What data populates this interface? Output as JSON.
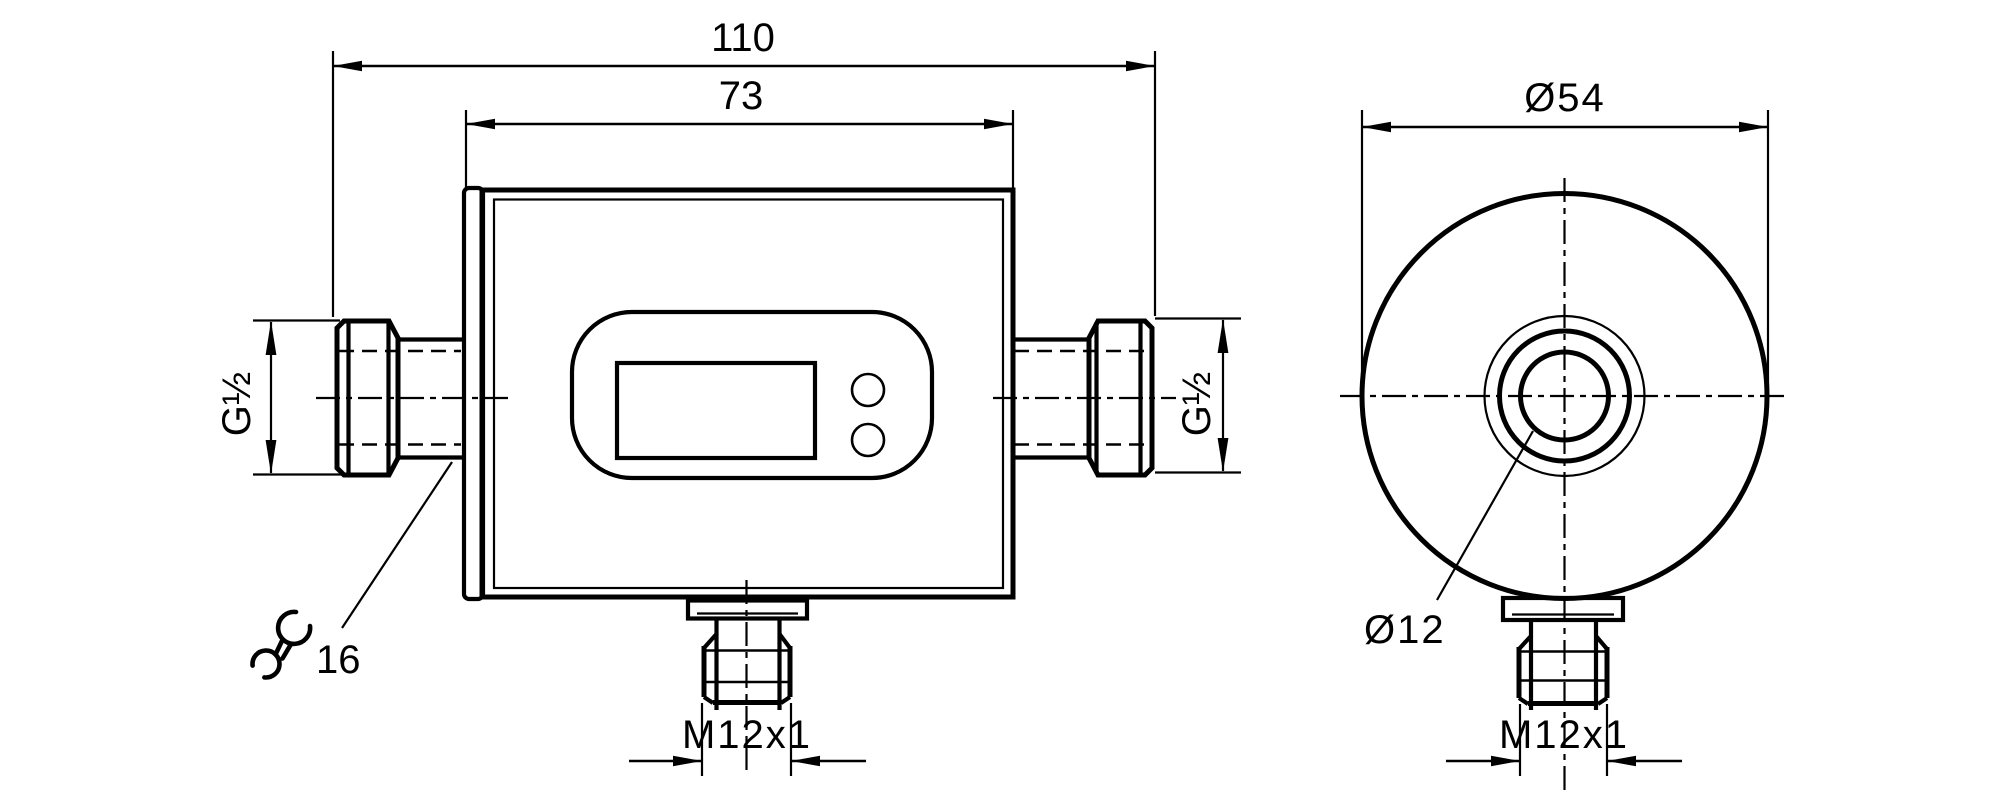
{
  "drawing": {
    "background_color": "#ffffff",
    "line_color": "#000000",
    "front_view": {
      "dim_overall_length": "110",
      "dim_housing_length": "73",
      "thread_left": "G½",
      "thread_right": "G½",
      "wrench_size": "16",
      "wrench_icon": "open-end-wrench-icon",
      "connector_thread": "M12x1"
    },
    "side_view": {
      "dim_outer_diameter": "Ø54",
      "dim_bore_diameter": "Ø12",
      "connector_thread": "M12x1"
    }
  }
}
